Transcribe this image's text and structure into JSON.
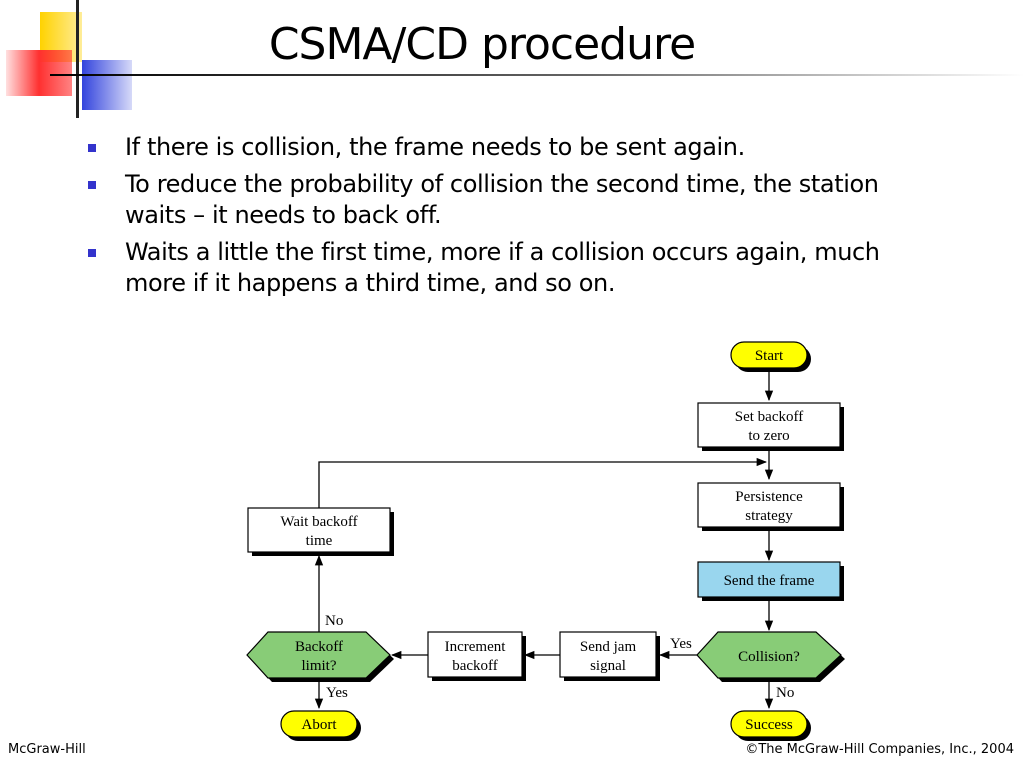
{
  "slide": {
    "title": "CSMA/CD procedure",
    "bullets": [
      "If there is collision, the frame needs to be sent again.",
      "To reduce the probability of collision the second time, the station waits – it needs to back off.",
      "Waits a little the first time, more if a collision occurs again, much more if it happens a third time, and so on."
    ],
    "accent_colors": {
      "bullet": "#3333cc",
      "deco_yellow": "#ffd200",
      "deco_red": "#ff3030",
      "deco_blue": "#3344dd"
    }
  },
  "flowchart": {
    "colors": {
      "terminal": "#ffff00",
      "decision": "#88cc77",
      "highlight": "#99d6ee",
      "process": "#ffffff"
    },
    "nodes": {
      "start": "Start",
      "set_backoff_1": "Set backoff",
      "set_backoff_2": "to zero",
      "persistence_1": "Persistence",
      "persistence_2": "strategy",
      "send_frame": "Send the frame",
      "collision": "Collision?",
      "send_jam_1": "Send jam",
      "send_jam_2": "signal",
      "increment_1": "Increment",
      "increment_2": "backoff",
      "backoff_limit_1": "Backoff",
      "backoff_limit_2": "limit?",
      "wait_backoff_1": "Wait backoff",
      "wait_backoff_2": "time",
      "abort": "Abort",
      "success": "Success"
    },
    "edge_labels": {
      "collision_yes": "Yes",
      "collision_no": "No",
      "limit_no": "No",
      "limit_yes": "Yes"
    }
  },
  "footer": {
    "left": "McGraw-Hill",
    "right": "©The McGraw-Hill Companies, Inc., 2004"
  }
}
